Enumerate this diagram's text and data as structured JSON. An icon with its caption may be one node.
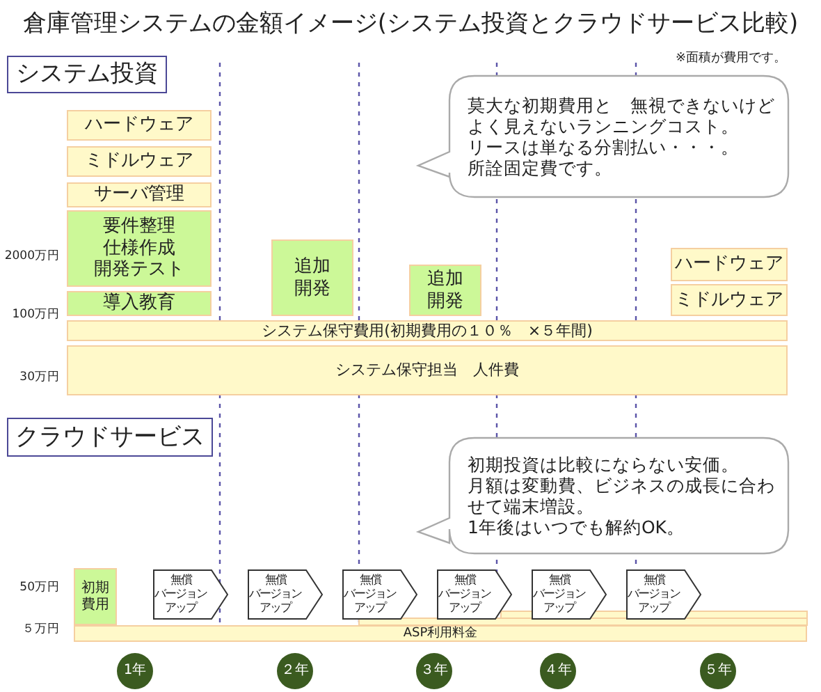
{
  "diagram": {
    "title": "倉庫管理システムの金額イメージ(システム投資とクラウドサービス比較)",
    "nodes": [
      {
        "text": [
          "システム投資"
        ]
      },
      {
        "text": [
          "ハードウェア"
        ]
      },
      {
        "text": [
          "ミドルウェア"
        ]
      },
      {
        "text": [
          "サーバ管理"
        ]
      },
      {
        "text": [
          "要件整理仕様作成開発テスト"
        ]
      },
      {
        "text": [
          "導入教育"
        ]
      },
      {
        "text": [
          "追加開発"
        ]
      },
      {
        "text": [
          "追加開発"
        ]
      },
      {
        "text": [
          "ハードウェア"
        ]
      },
      {
        "text": [
          "ミドルウェア"
        ]
      },
      {
        "text": [
          "システム保守費用(初期費用の１０％　×５年間)"
        ]
      },
      {
        "text": [
          "システム保守担当　人件費"
        ]
      },
      {
        "text": [
          "莫大な初期費用と　無視できないけどよく見えないランニングコスト。リースは単なる分割払い・・・。所詮固定費です。"
        ]
      },
      {
        "text": [
          "クラウドサービス"
        ]
      },
      {
        "text": [
          "初期投資は比較にならない安価。月額は変動費、ビジネスの成長に合わせて端末増設。1年後はいつでも解約OK。"
        ]
      },
      {
        "text": [
          "初期費用"
        ]
      },
      {
        "text": [
          "無償バージョンアップ"
        ]
      },
      {
        "text": [
          "無償バージョンアップ"
        ]
      },
      {
        "text": [
          "無償バージョンアップ"
        ]
      },
      {
        "text": [
          "無償バージョンアップ"
        ]
      },
      {
        "text": [
          "無償バージョンアップ"
        ]
      },
      {
        "text": [
          "無償バージョンアップ"
        ]
      },
      {
        "text": [
          "ASP利用料金"
        ]
      },
      {
        "text": [
          "1年"
        ]
      },
      {
        "text": [
          "２年"
        ]
      },
      {
        "text": [
          "３年"
        ]
      },
      {
        "text": [
          "４年"
        ]
      },
      {
        "text": [
          "５年"
        ]
      }
    ],
    "labels": [
      "※面積が費用です。",
      "2000万円",
      "100万円",
      "30万円",
      "50万円",
      "５万円"
    ]
  }
}
